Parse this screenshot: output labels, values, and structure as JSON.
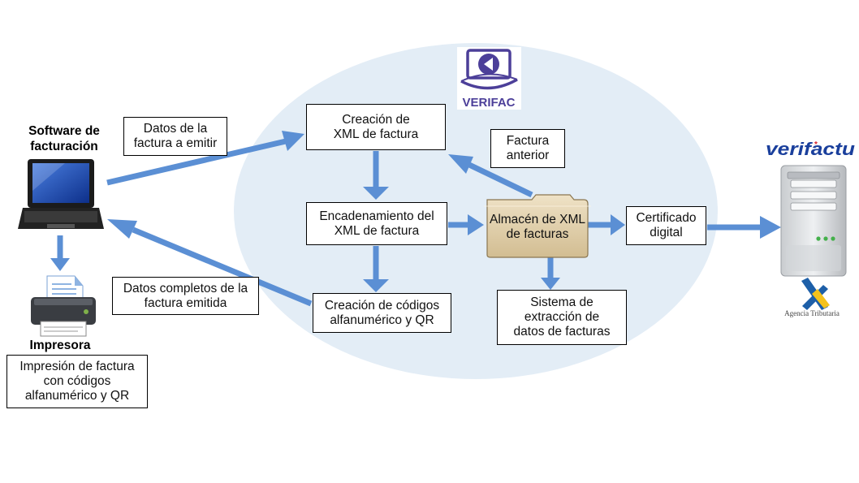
{
  "actors": {
    "software": "Software de\nfacturación",
    "printer": "Impresora"
  },
  "boxes": {
    "datos_factura_emitir": "Datos de la\nfactura a emitir",
    "datos_completos": "Datos completos de la\nfactura emitida",
    "impresion": "Impresión de factura\ncon códigos\nalfanumérico y QR",
    "creacion_xml": "Creación de\nXML de factura",
    "encadenamiento": "Encadenamiento del\nXML de factura",
    "creacion_codigos": "Creación de códigos\nalfanumérico y QR",
    "factura_anterior": "Factura\nanterior",
    "almacen": "Almacén de XML\nde facturas",
    "certificado": "Certificado\ndigital",
    "sistema_extraccion": "Sistema de\nextracción de\ndatos de facturas"
  },
  "logos": {
    "verifac": "VERIFAC",
    "verifactu": "verifactu",
    "agencia": "Agencia Tributaria"
  },
  "colors": {
    "arrow": "#5b8fd4",
    "ellipse": "#e3edf6",
    "verifac": "#4c3f99",
    "verifactu_blue": "#1a3f9c",
    "verifactu_red": "#d8232a",
    "agencia_blue": "#1d5fa8",
    "agencia_yellow": "#f4c21c"
  }
}
